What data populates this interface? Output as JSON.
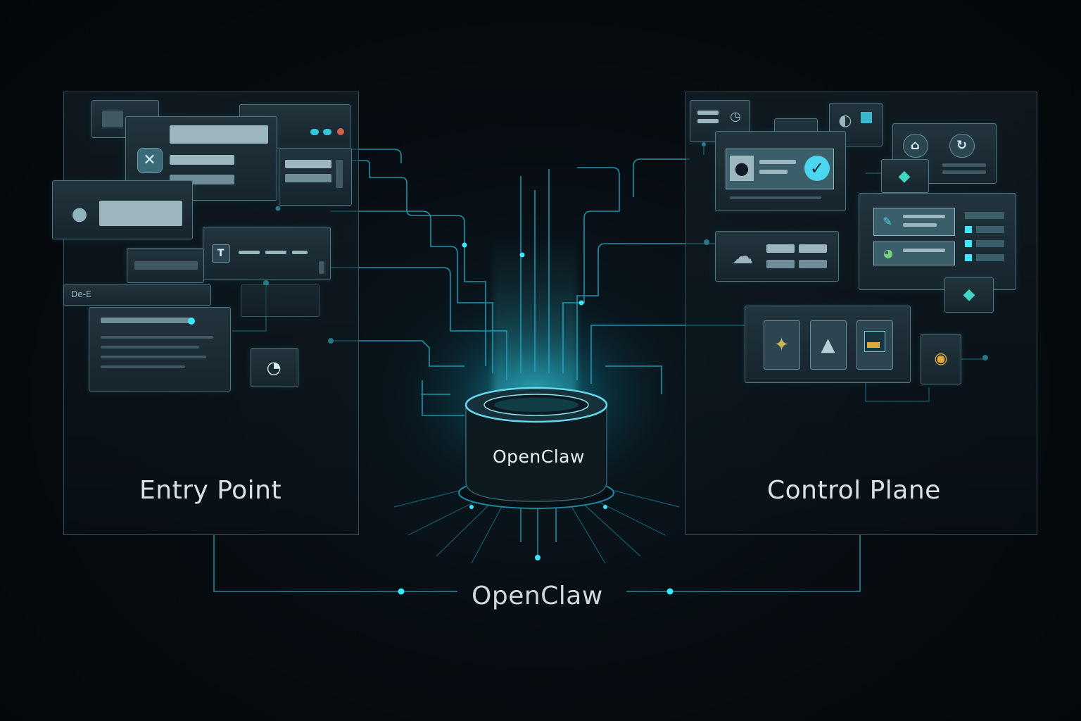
{
  "labels": {
    "entry_point": "Entry Point",
    "control_plane": "Control Plane",
    "hub": "OpenClaw",
    "bottom": "OpenClaw",
    "tiny_tab": "De-E"
  },
  "icons": {
    "close": "close-icon",
    "user": "user-icon",
    "check": "check-icon",
    "home": "home-icon",
    "gauge": "gauge-icon",
    "cloud": "cloud-icon"
  },
  "colors": {
    "accent": "#19d6f0",
    "line": "#20b7d4",
    "panel_border": "#6e96a5",
    "text": "#d7e3e7"
  }
}
